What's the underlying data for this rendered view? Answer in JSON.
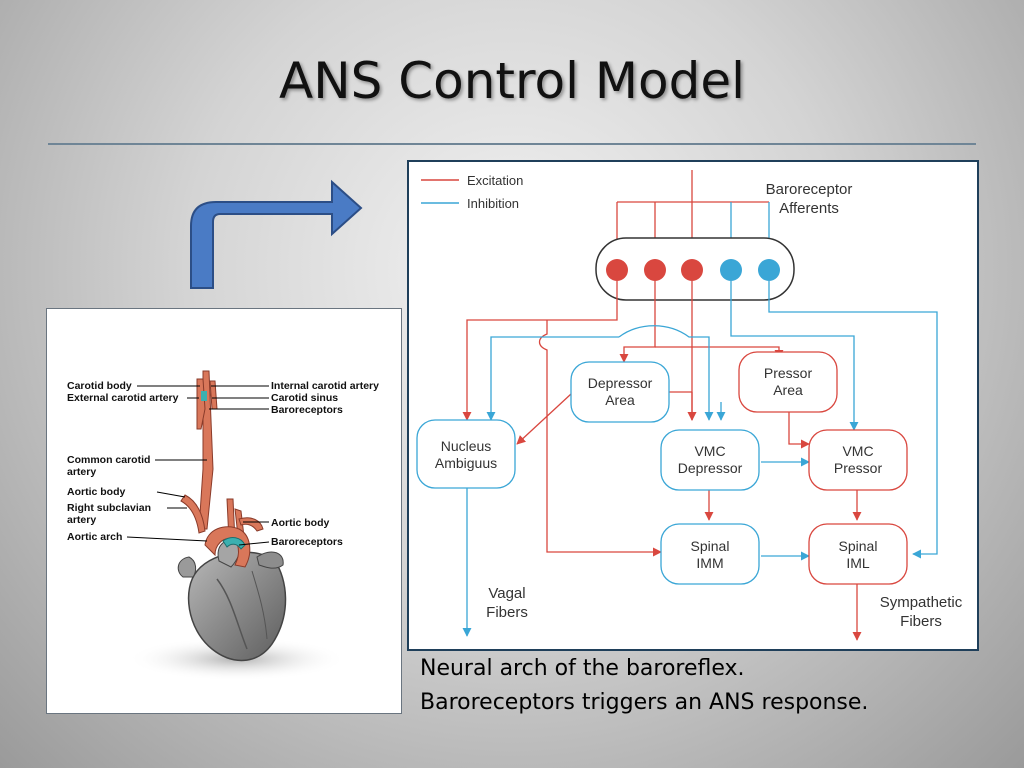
{
  "slide": {
    "title": "ANS Control Model"
  },
  "colors": {
    "excitation": "#d9473f",
    "inhibition": "#3aa6d6",
    "arrow_fill": "#4a7bc5",
    "arrow_stroke": "#2c4e86"
  },
  "anatomy": {
    "labels": {
      "carotid_body": "Carotid body",
      "external_carotid": "External carotid artery",
      "common_carotid_1": "Common carotid",
      "common_carotid_2": "artery",
      "aortic_body_left": "Aortic body",
      "right_subclavian_1": "Right subclavian",
      "right_subclavian_2": "artery",
      "aortic_arch": "Aortic arch",
      "internal_carotid": "Internal carotid artery",
      "carotid_sinus": "Carotid sinus",
      "baroreceptors_top": "Baroreceptors",
      "aortic_body_right": "Aortic body",
      "baroreceptors_bottom": "Baroreceptors"
    }
  },
  "diagram": {
    "legend": {
      "excitation": "Excitation",
      "inhibition": "Inhibition"
    },
    "afferents": {
      "line1": "Baroreceptor",
      "line2": "Afferents"
    },
    "nodes": {
      "nucleus_ambiguus": {
        "line1": "Nucleus",
        "line2": "Ambiguus"
      },
      "depressor_area": {
        "line1": "Depressor",
        "line2": "Area"
      },
      "pressor_area": {
        "line1": "Pressor",
        "line2": "Area"
      },
      "vmc_depressor": {
        "line1": "VMC",
        "line2": "Depressor"
      },
      "vmc_pressor": {
        "line1": "VMC",
        "line2": "Pressor"
      },
      "spinal_imm": {
        "line1": "Spinal",
        "line2": "IMM"
      },
      "spinal_iml": {
        "line1": "Spinal",
        "line2": "IML"
      }
    },
    "outputs": {
      "vagal": {
        "line1": "Vagal",
        "line2": "Fibers"
      },
      "sympathetic": {
        "line1": "Sympathetic",
        "line2": "Fibers"
      }
    }
  },
  "caption": {
    "line1": "Neural arch of the baroreflex.",
    "line2": "Baroreceptors triggers an ANS response."
  }
}
